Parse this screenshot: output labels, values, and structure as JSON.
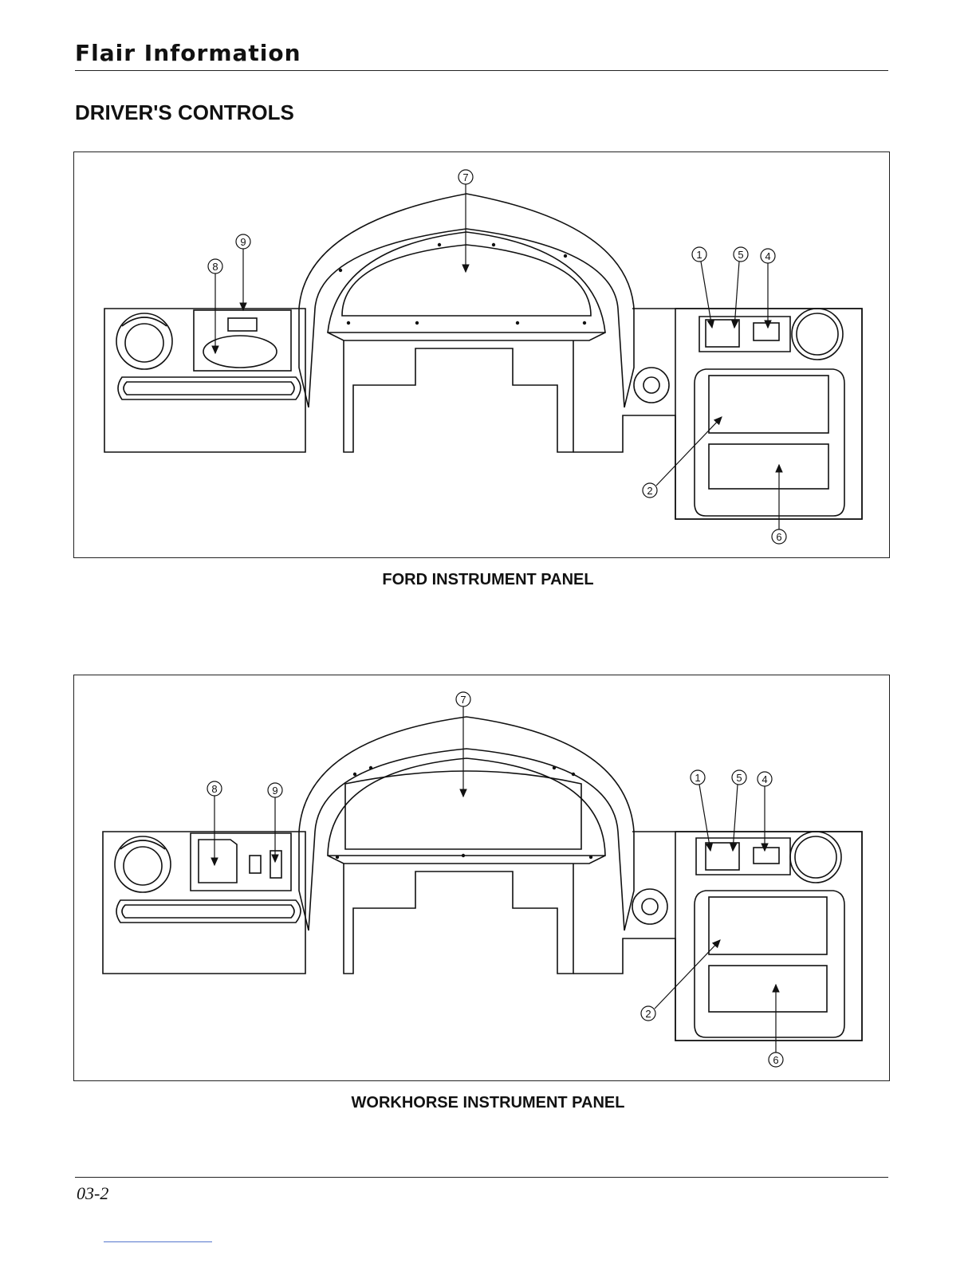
{
  "header": {
    "title": "Flair Information"
  },
  "section": {
    "title": "DRIVER'S CONTROLS"
  },
  "figures": [
    {
      "caption": "FORD INSTRUMENT PANEL",
      "callouts": [
        "1",
        "2",
        "4",
        "5",
        "6",
        "7",
        "8",
        "9"
      ]
    },
    {
      "caption": "WORKHORSE INSTRUMENT PANEL",
      "callouts": [
        "1",
        "2",
        "4",
        "5",
        "6",
        "7",
        "8",
        "9"
      ]
    }
  ],
  "footer": {
    "page_number": "03-2"
  }
}
